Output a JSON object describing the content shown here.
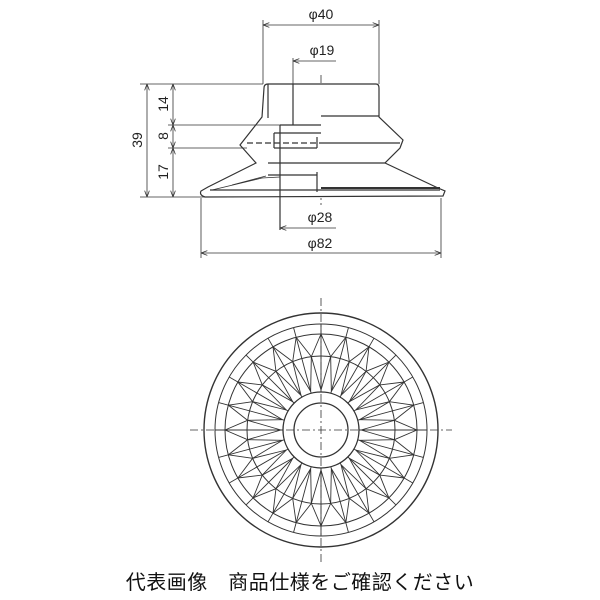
{
  "side_view": {
    "dims": {
      "d_top": "φ40",
      "d_bore": "φ19",
      "d_inner": "φ28",
      "d_lip": "φ82",
      "h_total": "39",
      "h_top": "14",
      "h_mid": "8",
      "h_bottom": "17"
    }
  },
  "caption": "代表画像　商品仕様をご確認ください"
}
